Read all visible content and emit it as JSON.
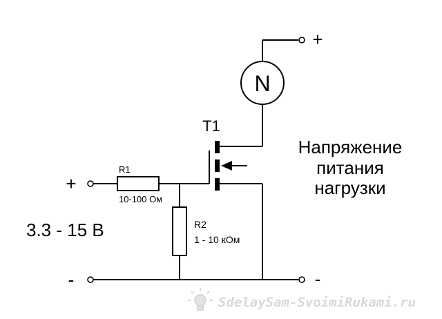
{
  "diagram": {
    "transistor_label": "T1",
    "motor_label": "N",
    "r1": {
      "name": "R1",
      "value": "10-100 Ом"
    },
    "r2": {
      "name": "R2",
      "value": "1 - 10 кОм"
    },
    "input_plus": "+",
    "input_minus": "-",
    "input_voltage": "3.3 - 15 В",
    "output_plus": "+",
    "output_minus": "-",
    "supply_caption": [
      "Напряжение",
      "питания",
      "нагрузки"
    ]
  },
  "watermark": {
    "text": "SdelaySam-SvoimiRukami.ru",
    "color": "#d8d8d8",
    "icon": "sun-lightbulb-icon"
  },
  "colors": {
    "line": "#000000",
    "background": "#ffffff"
  }
}
